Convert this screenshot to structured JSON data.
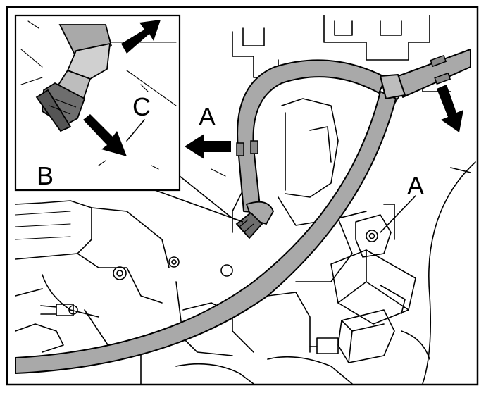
{
  "labels": {
    "callout_a_upper": "A",
    "callout_a_lower": "A",
    "callout_b": "B",
    "callout_c": "C"
  },
  "colors": {
    "hose_fill": "#a9a9a9",
    "connector_fill": "#6e6e6e",
    "line": "#000000",
    "background": "#ffffff"
  },
  "icons": {
    "arrow_main_a": "arrow-left-icon",
    "arrow_pull_down": "arrow-down-right-icon",
    "arrow_inset_up": "arrow-up-right-icon",
    "arrow_inset_down": "arrow-down-right-icon"
  }
}
